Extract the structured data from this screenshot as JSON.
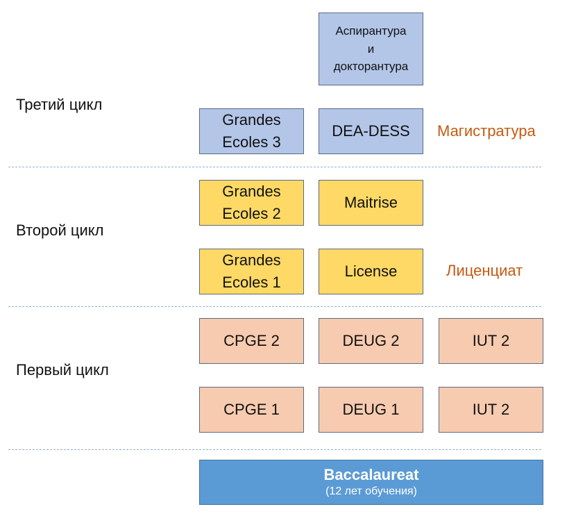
{
  "cycles": {
    "third": "Третий цикл",
    "second": "Второй цикл",
    "first": "Первый цикл"
  },
  "degrees": {
    "master": "Магистратура",
    "licentiate": "Лиценциат"
  },
  "boxes": {
    "doctorate": [
      "Аспирантура",
      "и",
      "докторантура"
    ],
    "grandes_ecoles_3": [
      "Grandes",
      "Ecoles 3"
    ],
    "dea_dess": "DEA-DESS",
    "grandes_ecoles_2": [
      "Grandes",
      "Ecoles 2"
    ],
    "maitrise": "Maitrise",
    "grandes_ecoles_1": [
      "Grandes",
      "Ecoles 1"
    ],
    "license": "License",
    "cpge_2": "CPGE 2",
    "deug_2": "DEUG 2",
    "iut_2_top": "IUT 2",
    "cpge_1": "CPGE 1",
    "deug_1": "DEUG 1",
    "iut_2_bottom": "IUT 2"
  },
  "baccalaureat": {
    "title": "Baccalaureat",
    "subtitle": "(12 лет обучения)"
  },
  "colors": {
    "third_cycle_fill": "#b3c6e8",
    "second_cycle_fill": "#fed965",
    "first_cycle_fill": "#f7cbb0",
    "baccalaureat_fill": "#5b9bd5",
    "degree_text": "#c55a11"
  }
}
